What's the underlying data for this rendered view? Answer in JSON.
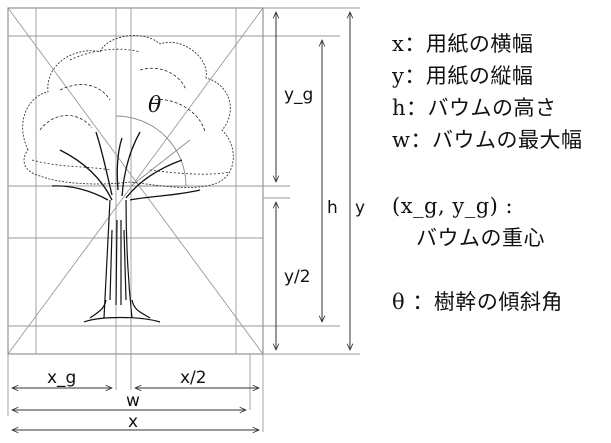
{
  "diagram": {
    "labels": {
      "y_g": "y_g",
      "y_half": "y/2",
      "h": "h",
      "y": "y",
      "x_g": "x_g",
      "x_half": "x/2",
      "w": "w",
      "x": "x",
      "theta": "θ"
    }
  },
  "legend": {
    "x_line": "x：用紙の横幅",
    "y_line": "y：用紙の縦幅",
    "h_line": "h：バウムの高さ",
    "w_line": "w：バウムの最大幅",
    "centroid_line1": "(x_g, y_g) :",
    "centroid_line2": "バウムの重心",
    "theta_line": "θ ：樹幹の傾斜角"
  },
  "colors": {
    "lines": "#8a8a8a",
    "ink": "#111111"
  }
}
